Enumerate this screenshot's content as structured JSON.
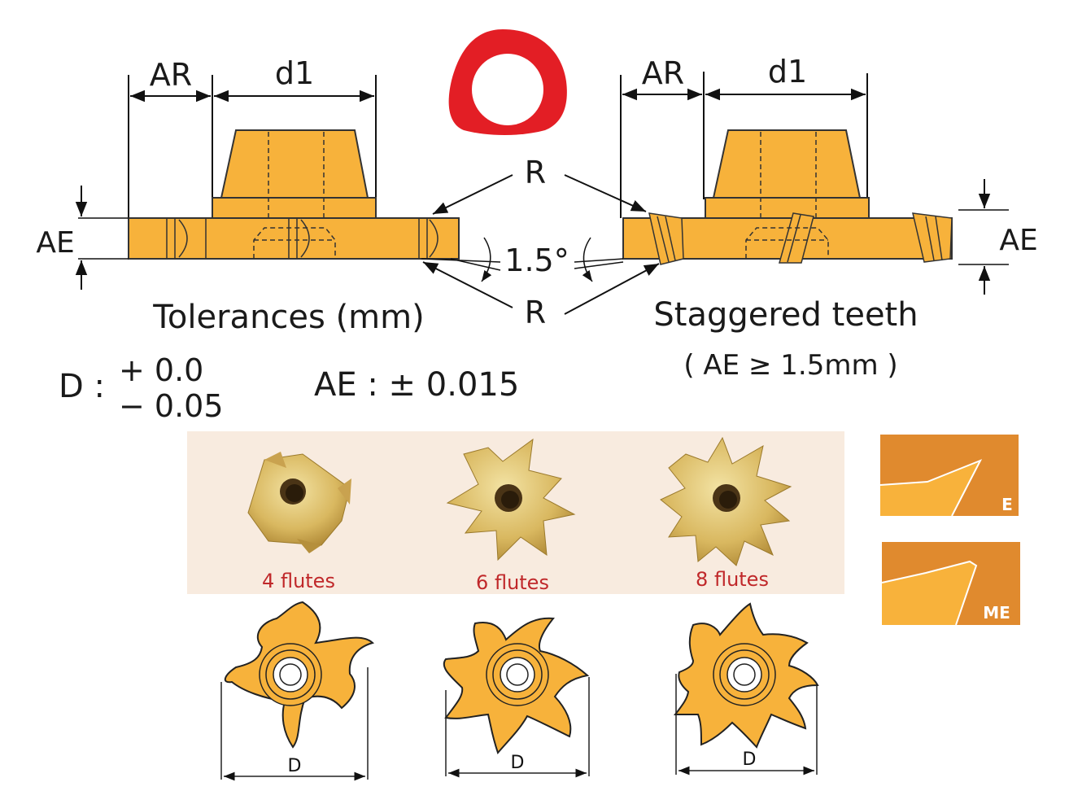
{
  "left_view": {
    "ar": "AR",
    "d1": "d1",
    "ae": "AE",
    "title": "Tolerances (mm)"
  },
  "right_view": {
    "ar": "AR",
    "d1": "d1",
    "ae": "AE",
    "title": "Staggered teeth",
    "note": "( AE ≥ 1.5mm )"
  },
  "center": {
    "r_top": "R",
    "r_bottom": "R",
    "angle": "1.5°"
  },
  "tolerances": {
    "d_label": "D :",
    "d_plus": "+ 0.0",
    "d_minus": "− 0.05",
    "ae": "AE :  ± 0.015"
  },
  "photos": [
    {
      "label": "4 flutes"
    },
    {
      "label": "6 flutes"
    },
    {
      "label": "8 flutes"
    }
  ],
  "profiles": [
    {
      "label": "E"
    },
    {
      "label": "ME"
    }
  ],
  "drawings": [
    {
      "label": "D"
    },
    {
      "label": "D"
    },
    {
      "label": "D"
    }
  ],
  "colors": {
    "body": "#F7B23B",
    "red_ring": "#E31E25",
    "photo_bg": "#F8EBDF",
    "flute_text": "#C0282A",
    "profile_orange": "#E08A2E",
    "profile_light": "#F8B23B"
  }
}
